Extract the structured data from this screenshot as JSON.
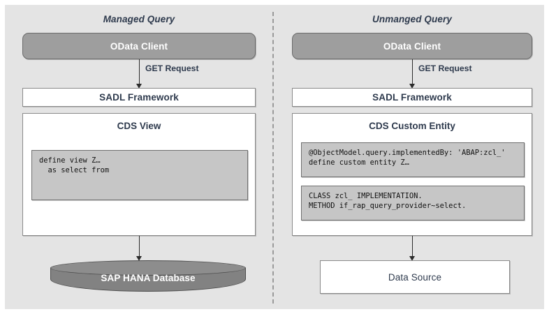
{
  "diagram": {
    "title_left": "Managed Query",
    "title_right": "Unmanged Query",
    "colors": {
      "background": "#e4e4e4",
      "filled_node": "#9e9e9e",
      "code_block": "#c6c6c6",
      "cylinder": "#828282",
      "text": "#2e3a4d"
    }
  },
  "left": {
    "title": "Managed Query",
    "odata_client": "OData Client",
    "get_request": "GET Request",
    "sadl_framework": "SADL Framework",
    "cds_view_title": "CDS View",
    "cds_view_code": "define view Z…\n  as select from",
    "database": "SAP HANA Database"
  },
  "right": {
    "title": "Unmanged Query",
    "odata_client": "OData Client",
    "get_request": "GET Request",
    "sadl_framework": "SADL Framework",
    "cds_custom_entity_title": "CDS Custom Entity",
    "entity_code": "@ObjectModel.query.implementedBy: 'ABAP:zcl_'\ndefine custom entity Z…",
    "class_code": "CLASS zcl_ IMPLEMENTATION.\nMETHOD if_rap_query_provider~select.",
    "data_source": "Data Source"
  }
}
